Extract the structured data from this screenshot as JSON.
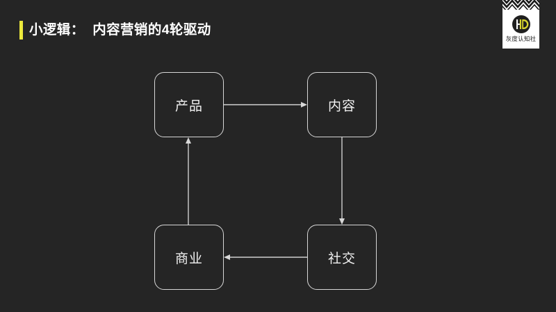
{
  "slide": {
    "background_color": "#252525",
    "accent_color": "#ece93c",
    "title": "小逻辑：  内容营销的4轮驱动"
  },
  "logo": {
    "brand_name": "灰度认知社",
    "monogram": "HD",
    "card_background": "#ffffff",
    "mark_color": "#1a1a1a",
    "mark_accent_color": "#d9d62e"
  },
  "diagram": {
    "type": "cycle",
    "nodes": [
      {
        "id": "product",
        "label": "产品"
      },
      {
        "id": "content",
        "label": "内容"
      },
      {
        "id": "social",
        "label": "社交"
      },
      {
        "id": "business",
        "label": "商业"
      }
    ],
    "edges": [
      {
        "from": "product",
        "to": "content",
        "direction": "right"
      },
      {
        "from": "content",
        "to": "social",
        "direction": "down"
      },
      {
        "from": "social",
        "to": "business",
        "direction": "left"
      },
      {
        "from": "business",
        "to": "product",
        "direction": "up"
      }
    ],
    "node_border_color": "#d8d8d8",
    "edge_color": "#d0d0d0"
  }
}
